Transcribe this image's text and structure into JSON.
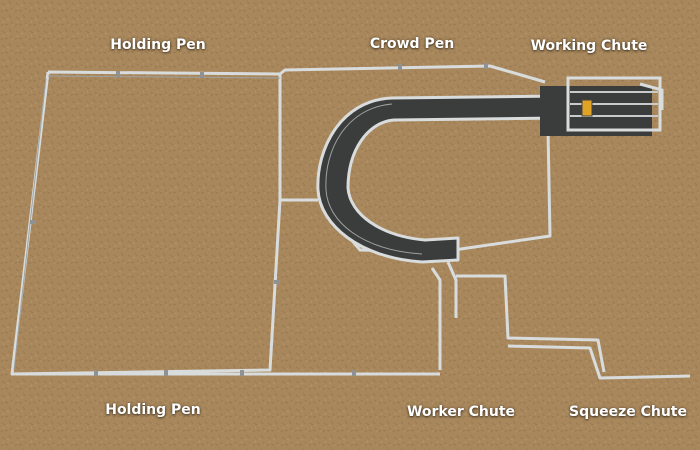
{
  "labels": {
    "holding_pen_top": "Holding Pen",
    "crowd_pen": "Crowd Pen",
    "working_chute": "Working Chute",
    "holding_pen_bottom": "Holding Pen",
    "worker_chute": "Worker Chute",
    "squeeze_chute": "Squeeze Chute"
  },
  "colors": {
    "ground": "#a8875c",
    "fence": "#d9dcdc",
    "chute_floor": "#3b3d3c",
    "label_text": "#ffffff"
  }
}
